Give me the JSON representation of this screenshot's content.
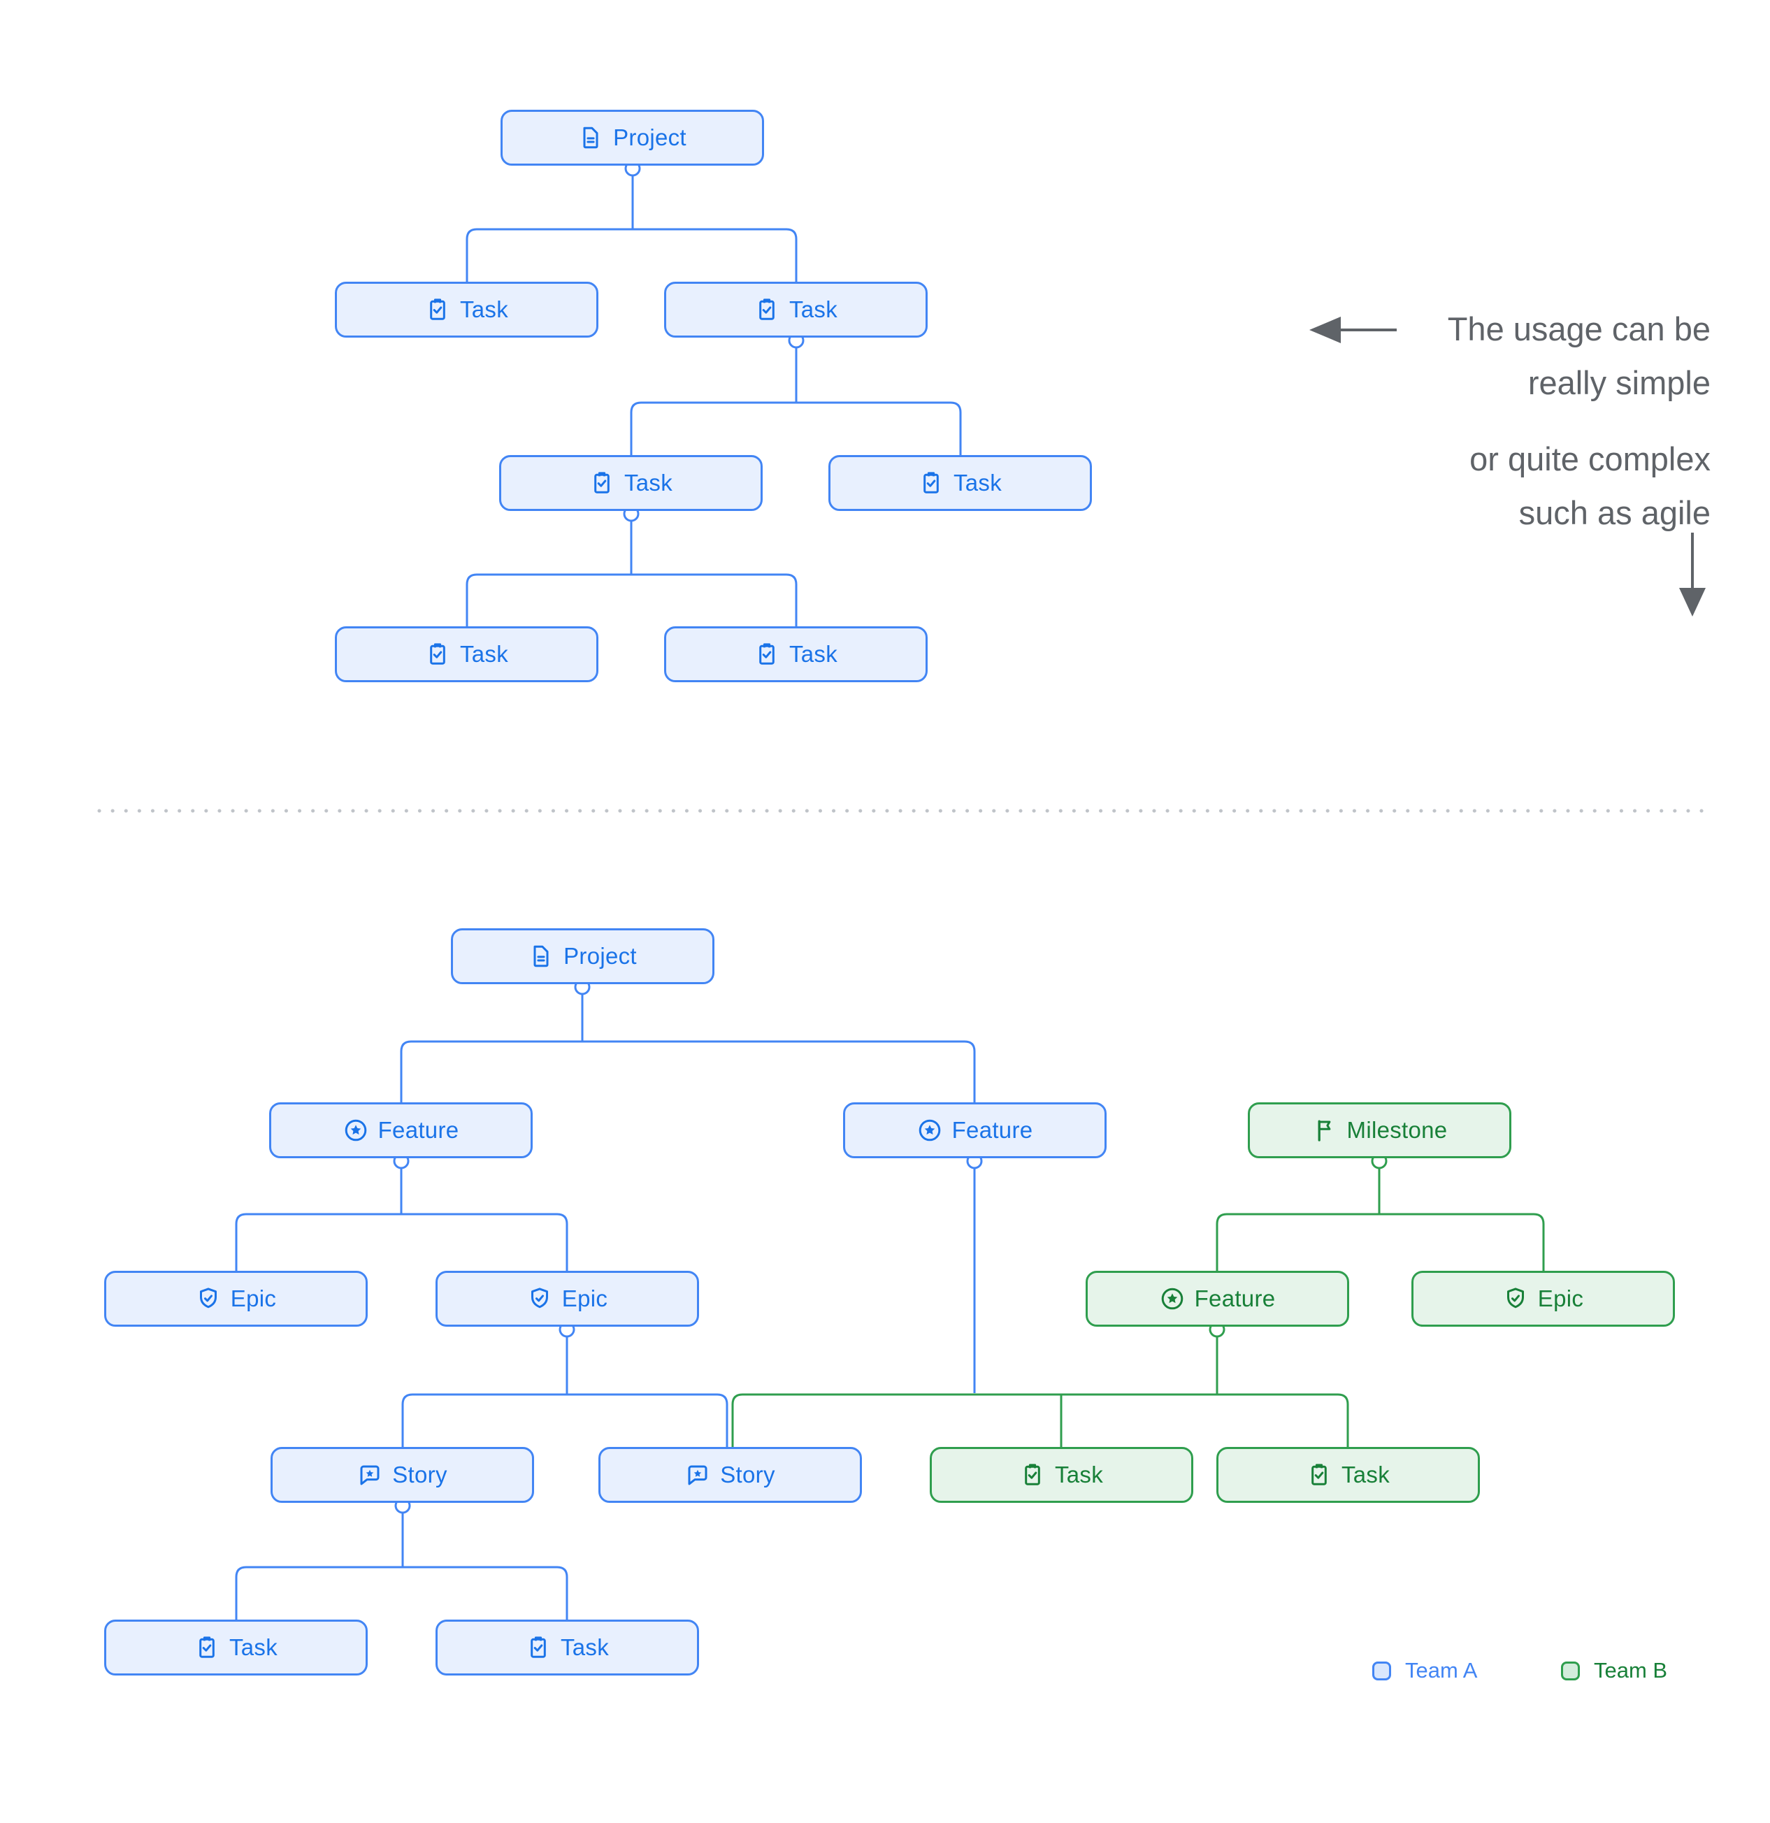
{
  "annotations": {
    "simple_note": {
      "line1": "The usage can be",
      "line2": "really simple"
    },
    "complex_note": {
      "line1": "or quite complex",
      "line2": "such as agile"
    }
  },
  "legend": {
    "team_a_label": "Team A",
    "team_b_label": "Team B"
  },
  "colors": {
    "team_a_accent": "#4285f4",
    "team_a_text": "#1a73e8",
    "team_a_fill": "#e8f0fe",
    "team_b_accent": "#2f9e4e",
    "team_b_text": "#188038",
    "team_b_fill": "#e6f4ea",
    "annotation_text": "#5f6368",
    "divider_dots": "#c0c4c9"
  },
  "diagrams": {
    "simple": {
      "nodes": [
        {
          "id": "project",
          "label": "Project",
          "icon": "document-icon",
          "team": "Team A"
        },
        {
          "id": "task-1",
          "label": "Task",
          "icon": "task-icon",
          "team": "Team A"
        },
        {
          "id": "task-2",
          "label": "Task",
          "icon": "task-icon",
          "team": "Team A"
        },
        {
          "id": "task-3",
          "label": "Task",
          "icon": "task-icon",
          "team": "Team A"
        },
        {
          "id": "task-4",
          "label": "Task",
          "icon": "task-icon",
          "team": "Team A"
        },
        {
          "id": "task-5",
          "label": "Task",
          "icon": "task-icon",
          "team": "Team A"
        },
        {
          "id": "task-6",
          "label": "Task",
          "icon": "task-icon",
          "team": "Team A"
        }
      ]
    },
    "complex": {
      "nodes": [
        {
          "id": "project",
          "label": "Project",
          "icon": "document-icon",
          "team": "Team A"
        },
        {
          "id": "feature-1",
          "label": "Feature",
          "icon": "feature-icon",
          "team": "Team A"
        },
        {
          "id": "feature-2",
          "label": "Feature",
          "icon": "feature-icon",
          "team": "Team A"
        },
        {
          "id": "milestone",
          "label": "Milestone",
          "icon": "milestone-icon",
          "team": "Team B"
        },
        {
          "id": "epic-1",
          "label": "Epic",
          "icon": "epic-icon",
          "team": "Team A"
        },
        {
          "id": "epic-2",
          "label": "Epic",
          "icon": "epic-icon",
          "team": "Team A"
        },
        {
          "id": "feature-3",
          "label": "Feature",
          "icon": "feature-icon",
          "team": "Team B"
        },
        {
          "id": "epic-3",
          "label": "Epic",
          "icon": "epic-icon",
          "team": "Team B"
        },
        {
          "id": "story-1",
          "label": "Story",
          "icon": "story-icon",
          "team": "Team A"
        },
        {
          "id": "story-2",
          "label": "Story",
          "icon": "story-icon",
          "team": "Team A"
        },
        {
          "id": "task-b1",
          "label": "Task",
          "icon": "task-icon",
          "team": "Team B"
        },
        {
          "id": "task-b2",
          "label": "Task",
          "icon": "task-icon",
          "team": "Team B"
        },
        {
          "id": "task-1",
          "label": "Task",
          "icon": "task-icon",
          "team": "Team A"
        },
        {
          "id": "task-2",
          "label": "Task",
          "icon": "task-icon",
          "team": "Team A"
        }
      ]
    }
  }
}
